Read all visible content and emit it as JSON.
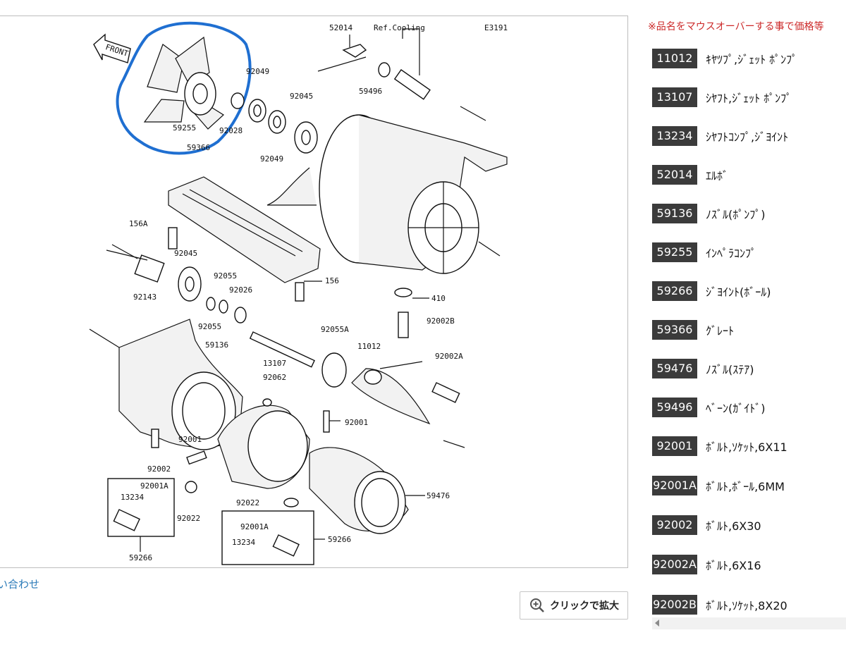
{
  "notice": "※品名をマウスオーバーする事で価格等",
  "diagram": {
    "code": "E3191",
    "ref_label": "Ref.Cooling",
    "front_label": "FRONT",
    "callouts": [
      "59255",
      "92028",
      "92049",
      "92049",
      "92045",
      "52014",
      "59496",
      "59366",
      "156A",
      "92045",
      "92143",
      "92055",
      "92026",
      "92055",
      "156",
      "410",
      "92002B",
      "92002A",
      "59136",
      "13107",
      "92055A",
      "11012",
      "92062",
      "92001",
      "92001",
      "92002",
      "92001A",
      "13234",
      "59266",
      "92022",
      "92022",
      "92001A",
      "13234",
      "59266",
      "59476"
    ]
  },
  "contact_link": "い合わせ",
  "zoom_button": "クリックで拡大",
  "parts": [
    {
      "no": "11012",
      "name": "ｷﾔﾂﾌﾟ,ｼﾞｪｯﾄ ﾎﾟﾝﾌﾟ"
    },
    {
      "no": "13107",
      "name": "ｼﾔﾌﾄ,ｼﾞｪｯﾄ ﾎﾟﾝﾌﾟ"
    },
    {
      "no": "13234",
      "name": "ｼﾔﾌﾄｺﾝﾌﾟ,ｼﾞﾖｲﾝﾄ"
    },
    {
      "no": "52014",
      "name": "ｴﾙﾎﾞ"
    },
    {
      "no": "59136",
      "name": "ﾉｽﾞﾙ(ﾎﾟﾝﾌﾟ)"
    },
    {
      "no": "59255",
      "name": "ｲﾝﾍﾟﾗｺﾝﾌﾟ"
    },
    {
      "no": "59266",
      "name": "ｼﾞﾖｲﾝﾄ(ﾎﾞｰﾙ)"
    },
    {
      "no": "59366",
      "name": "ｸﾞﾚｰﾄ"
    },
    {
      "no": "59476",
      "name": "ﾉｽﾞﾙ(ｽﾃｱ)"
    },
    {
      "no": "59496",
      "name": "ﾍﾞｰﾝ(ｶﾞｲﾄﾞ)"
    },
    {
      "no": "92001",
      "name": "ﾎﾞﾙﾄ,ｿｹｯﾄ,6X11"
    },
    {
      "no": "92001A",
      "name": "ﾎﾞﾙﾄ,ﾎﾞｰﾙ,6MM"
    },
    {
      "no": "92002",
      "name": "ﾎﾞﾙﾄ,6X30"
    },
    {
      "no": "92002A",
      "name": "ﾎﾞﾙﾄ,6X16"
    },
    {
      "no": "92002B",
      "name": "ﾎﾞﾙﾄ,ｿｹｯﾄ,8X20"
    }
  ]
}
